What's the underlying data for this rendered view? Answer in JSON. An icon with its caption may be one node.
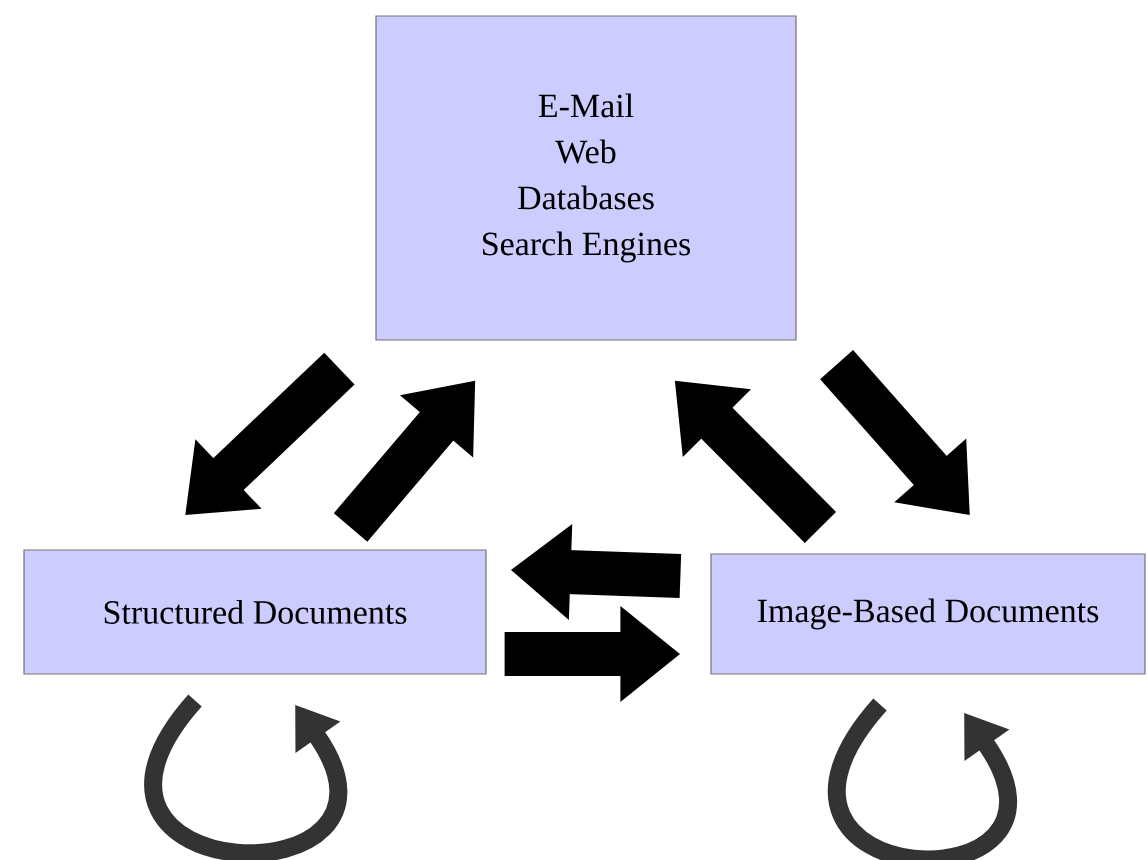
{
  "diagram": {
    "nodes": [
      {
        "text": [
          "E-Mail",
          "Web",
          "Databases",
          "Search Engines"
        ]
      },
      {
        "text": [
          "Structured Documents"
        ]
      },
      {
        "text": [
          "Image-Based Documents"
        ]
      }
    ],
    "edges": [
      {
        "from": 0,
        "to": 1,
        "arrow": "to"
      },
      {
        "from": 1,
        "to": 0,
        "arrow": "to"
      },
      {
        "from": 2,
        "to": 0,
        "arrow": "to"
      },
      {
        "from": 0,
        "to": 2,
        "arrow": "to"
      },
      {
        "from": 2,
        "to": 1,
        "arrow": "to"
      },
      {
        "from": 1,
        "to": 2,
        "arrow": "to"
      },
      {
        "from": 1,
        "to": 1,
        "arrow": "to"
      },
      {
        "from": 2,
        "to": 2,
        "arrow": "to"
      }
    ]
  }
}
